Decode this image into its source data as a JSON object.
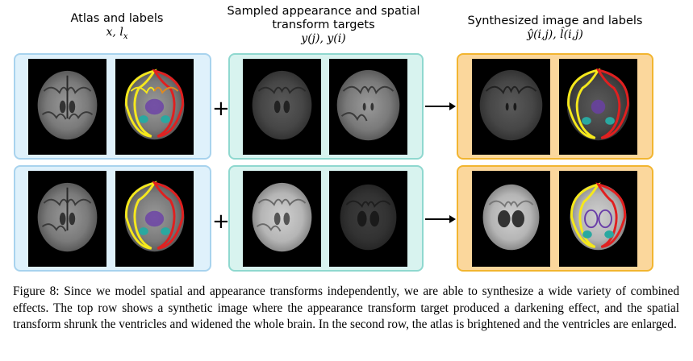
{
  "headers": {
    "atlas_title": "Atlas and labels",
    "atlas_math": "x, l",
    "atlas_math_sub": "x",
    "targets_title_line1": "Sampled appearance and spatial",
    "targets_title_line2": "transform targets",
    "targets_math": "y(j), y(i)",
    "synth_title": "Synthesized image and labels",
    "synth_math": "ŷ(i,j), l̂(i,j)"
  },
  "operators": {
    "plus": "+",
    "arrow": "→"
  },
  "rows": [
    {
      "row": 1,
      "description": "darkening appearance, shrunk ventricles, widened brain"
    },
    {
      "row": 2,
      "description": "brightened atlas, enlarged ventricles"
    }
  ],
  "colors": {
    "atlas_panel": "#dff1fb",
    "targets_panel": "#d8f3ef",
    "synth_panel": "#fbd79c",
    "synth_border": "#f2b530",
    "label_yellow": "#f5e81c",
    "label_red": "#e02020",
    "label_purple": "#6a3fa8",
    "label_teal": "#2aa8a0"
  },
  "caption": "Figure 8: Since we model spatial and appearance transforms independently, we are able to synthesize a wide variety of combined effects. The top row shows a synthetic image where the appearance transform target produced a darkening effect, and the spatial transform shrunk the ventricles and widened the whole brain. In the second row, the atlas is brightened and the ventricles are enlarged."
}
